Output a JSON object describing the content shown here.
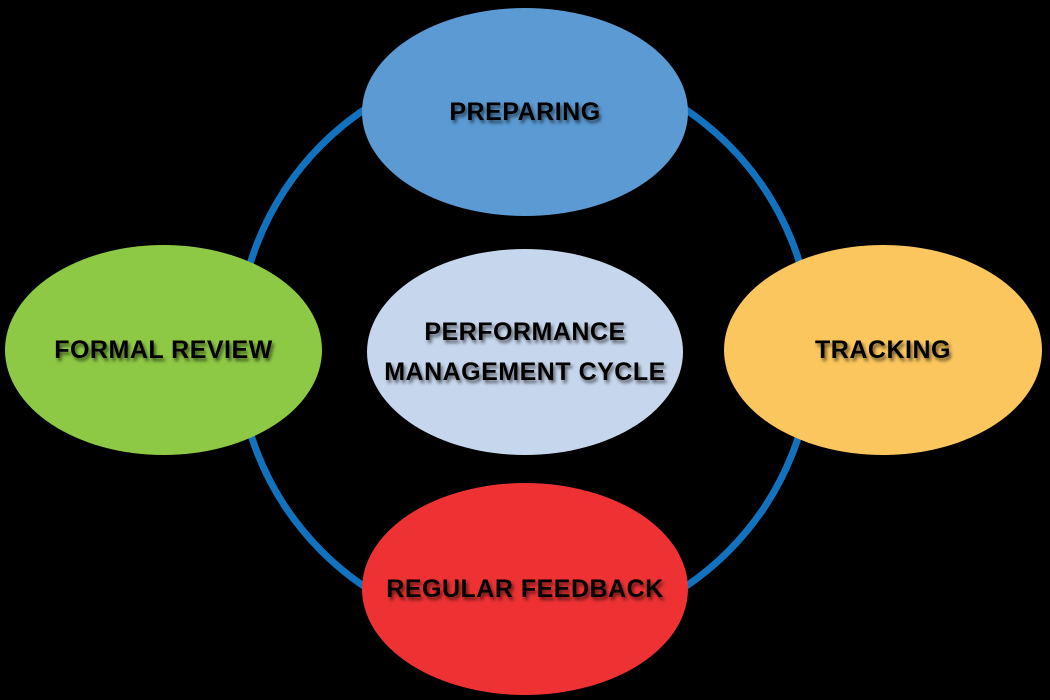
{
  "diagram": {
    "background_color": "#000000",
    "text_color": "#000000",
    "ring_color": "#1272BD",
    "center_node": {
      "label": "PERFORMANCE MANAGEMENT CYCLE",
      "lines": [
        "PERFORMANCE",
        "MANAGEMENT CYCLE"
      ],
      "color": "#C6D6EC"
    },
    "nodes": [
      {
        "id": "preparing",
        "label": "PREPARING",
        "position": "top",
        "color": "#5B9AD3"
      },
      {
        "id": "tracking",
        "label": "TRACKING",
        "position": "right",
        "color": "#FAC65D"
      },
      {
        "id": "regular-feedback",
        "label": "REGULAR FEEDBACK",
        "position": "bottom",
        "color": "#EE3233"
      },
      {
        "id": "formal-review",
        "label": "FORMAL REVIEW",
        "position": "left",
        "color": "#8DC944"
      }
    ]
  }
}
